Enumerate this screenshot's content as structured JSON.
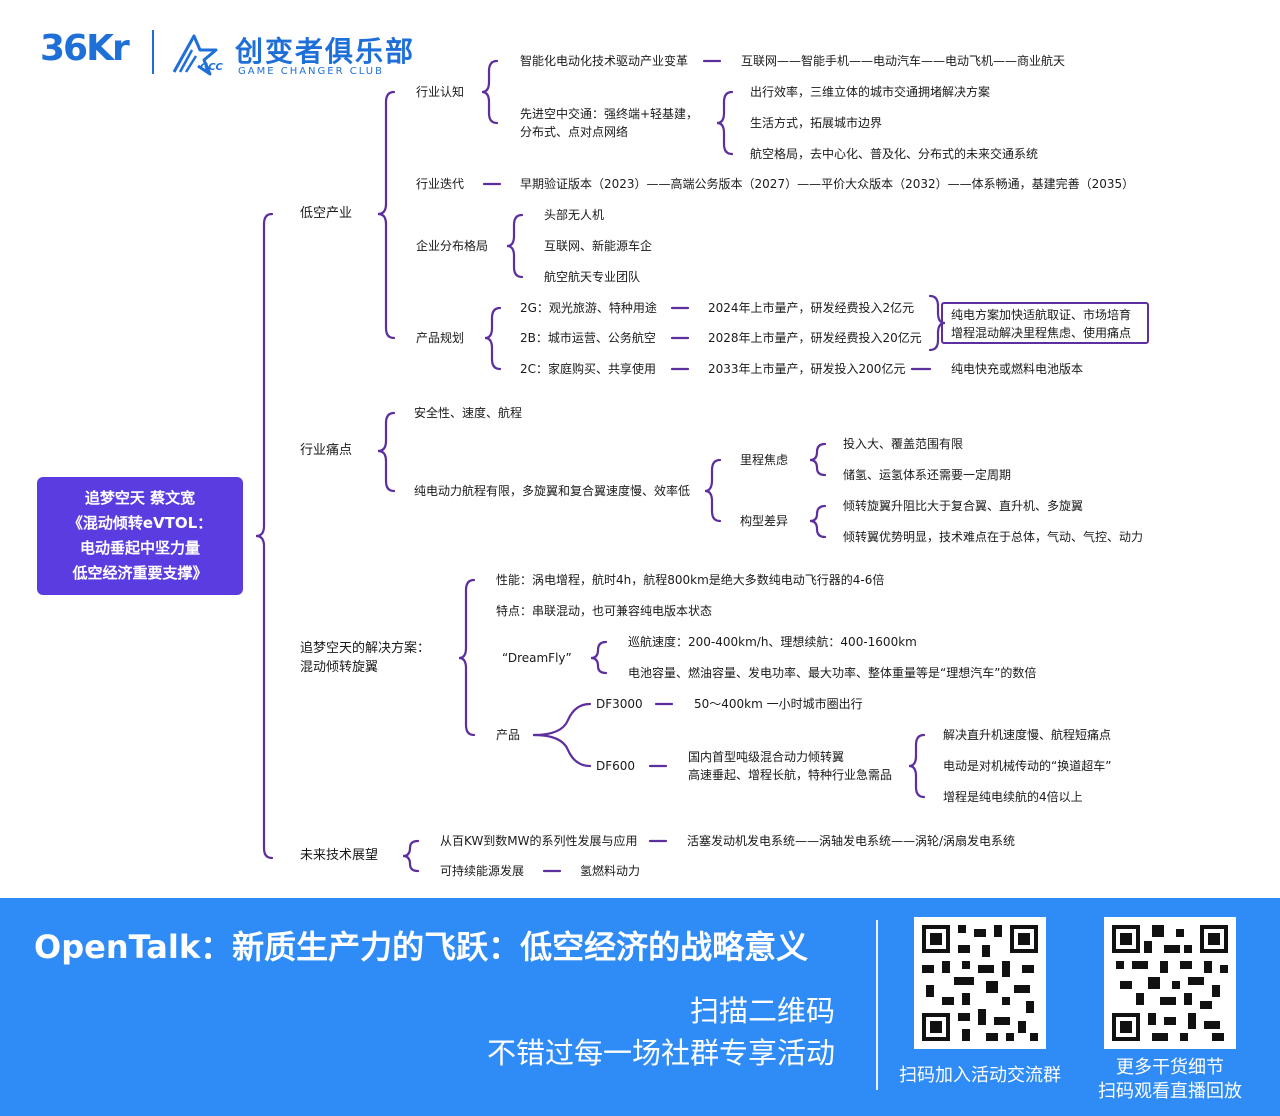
{
  "logo": {
    "brand_36kr": "36Kr",
    "brand_cn": "创变者俱乐部",
    "brand_en": "GAME CHANGER CLUB",
    "brand_gcc": "GCC"
  },
  "root": {
    "line1": "追梦空天 蔡文宽",
    "line2": "《混动倾转eVTOL：",
    "line3": "电动垂起中坚力量",
    "line4": "低空经济重要支撑》"
  },
  "n1": {
    "label": "低空产业",
    "c1": {
      "label": "行业认知",
      "a": "智能化电动化技术驱动产业变革",
      "a_leaf": "互联网——智能手机——电动汽车——电动飞机——商业航天",
      "b1": "先进空中交通：强终端+轻基建，",
      "b2": "分布式、点对点网络",
      "b_leaves": [
        "出行效率，三维立体的城市交通拥堵解决方案",
        "生活方式，拓展城市边界",
        "航空格局，去中心化、普及化、分布式的未来交通系统"
      ]
    },
    "c2": {
      "label": "行业迭代",
      "leaf": "早期验证版本（2023）——高端公务版本（2027）——平价大众版本（2032）——体系畅通，基建完善（2035）"
    },
    "c3": {
      "label": "企业分布格局",
      "leaves": [
        "头部无人机",
        "互联网、新能源车企",
        "航空航天专业团队"
      ]
    },
    "c4": {
      "label": "产品规划",
      "items": [
        {
          "name": "2G：观光旅游、特种用途",
          "detail": "2024年上市量产，研发经费投入2亿元"
        },
        {
          "name": "2B：城市运营、公务航空",
          "detail": "2028年上市量产，研发经费投入20亿元"
        },
        {
          "name": "2C：家庭购买、共享使用",
          "detail": "2033年上市量产，研发投入200亿元"
        }
      ],
      "box1": "纯电方案加快适航取证、市场培育",
      "box2": "增程混动解决里程焦虑、使用痛点",
      "last": "纯电快充或燃料电池版本"
    }
  },
  "n2": {
    "label": "行业痛点",
    "a": "安全性、速度、航程",
    "b": "纯电动力航程有限，多旋翼和复合翼速度慢、效率低",
    "b1": {
      "label": "里程焦虑",
      "leaves": [
        "投入大、覆盖范围有限",
        "储氢、运氢体系还需要一定周期"
      ]
    },
    "b2": {
      "label": "构型差异",
      "leaves": [
        "倾转旋翼升阻比大于复合翼、直升机、多旋翼",
        "倾转翼优势明显，技术难点在于总体，气动、气控、动力"
      ]
    }
  },
  "n3": {
    "label1": "追梦空天的解决方案：",
    "label2": "混动倾转旋翼",
    "perf": "性能：涡电增程，航时4h，航程800km是绝大多数纯电动飞行器的4-6倍",
    "feat": "特点：串联混动，也可兼容纯电版本状态",
    "dreamfly": "“DreamFly”",
    "df_leaves": [
      "巡航速度：200-400km/h、理想续航：400-1600km",
      "电池容量、燃油容量、发电功率、最大功率、整体重量等是“理想汽车”的数倍"
    ],
    "prod": "产品",
    "df3000": "DF3000",
    "df3000_leaf": "50～400km 一小时城市圈出行",
    "df600": "DF600",
    "df600_l1": "国内首型吨级混合动力倾转翼",
    "df600_l2": "高速垂起、增程长航，特种行业急需品",
    "df600_leaves": [
      "解决直升机速度慢、航程短痛点",
      "电动是对机械传动的“换道超车”",
      "增程是纯电续航的4倍以上"
    ]
  },
  "n4": {
    "label": "未来技术展望",
    "a": "从百KW到数MW的系列性发展与应用",
    "a_leaf": "活塞发动机发电系统——涡轴发电系统——涡轮/涡扇发电系统",
    "b": "可持续能源发展",
    "b_leaf": "氢燃料动力"
  },
  "banner": {
    "title": "OpenTalk：新质生产力的飞跃：低空经济的战略意义",
    "sub1": "扫描二维码",
    "sub2": "不错过每一场社群专享活动",
    "qr1_caption": "扫码加入活动交流群",
    "qr2_caption1": "更多干货细节",
    "qr2_caption2": "扫码观看直播回放"
  },
  "colors": {
    "accent": "#5d2e9e",
    "root_bg": "#5b3ce0",
    "banner": "#2f8bf5",
    "brand": "#1f6fd8"
  }
}
